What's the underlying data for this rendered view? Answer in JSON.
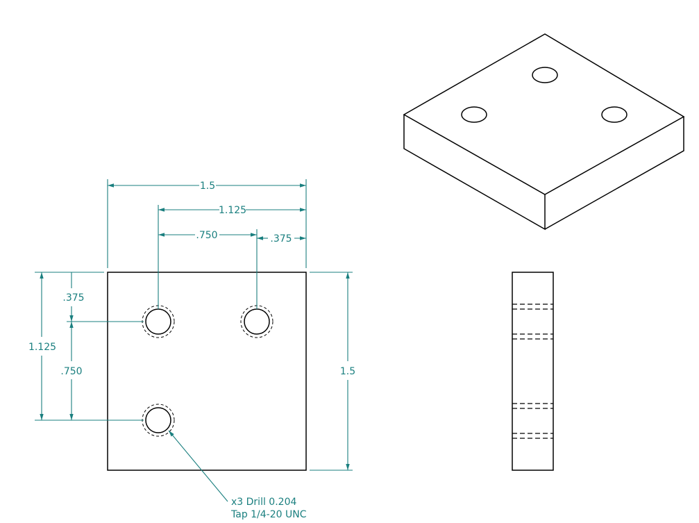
{
  "dimensions": {
    "top_overall": "1.5",
    "top_hole_offset": "1.125",
    "top_hole_spacing": ".750",
    "top_edge_offset": ".375",
    "left_top_offset": ".375",
    "left_hole_spacing": ".750",
    "left_overall_hole": "1.125",
    "right_overall": "1.5"
  },
  "callout": {
    "line1": "x3 Drill 0.204",
    "line2": "Tap 1/4-20 UNC"
  },
  "colors": {
    "dimension": "#1a7f7f",
    "geometry": "#000000"
  }
}
